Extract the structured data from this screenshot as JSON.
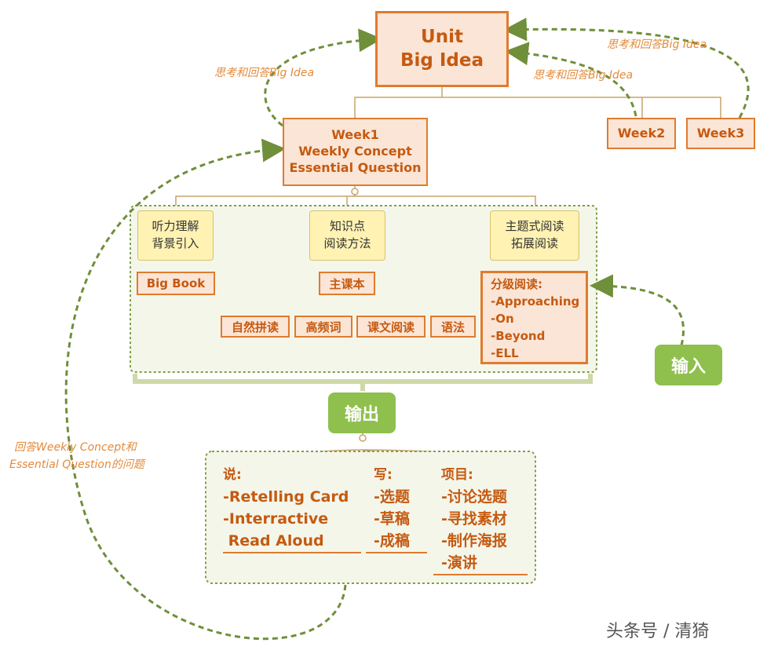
{
  "unit": {
    "line1": "Unit",
    "line2": "Big Idea"
  },
  "week1": {
    "line1": "Week1",
    "line2": "Weekly Concept",
    "line3": "Essential Question"
  },
  "week2": "Week2",
  "week3": "Week3",
  "annotations": {
    "left": "思考和回答Big Idea",
    "right_top": "思考和回答Big Idea",
    "right_mid": "思考和回答Big Idea",
    "bottom_left_line1": "回答Weekly Concept和",
    "bottom_left_line2": "Essential Question的问题"
  },
  "callouts": [
    {
      "line1": "听力理解",
      "line2": "背景引入"
    },
    {
      "line1": "知识点",
      "line2": "阅读方法"
    },
    {
      "line1": "主题式阅读",
      "line2": "拓展阅读"
    }
  ],
  "big_book": "Big Book",
  "main_book": "主课本",
  "main_book_children": [
    "自然拼读",
    "高频词",
    "课文阅读",
    "语法"
  ],
  "graded_reading": {
    "title": "分级阅读:",
    "items": [
      "-Approaching",
      "-On",
      "-Beyond",
      "-ELL"
    ]
  },
  "input_label": "输入",
  "output_label": "输出",
  "output": {
    "speak": {
      "title": "说:",
      "items": [
        "-Retelling Card",
        "-Interractive",
        " Read Aloud"
      ]
    },
    "write": {
      "title": "写:",
      "items": [
        "-选题",
        "-草稿",
        "-成稿"
      ]
    },
    "project": {
      "title": "项目:",
      "items": [
        "-讨论选题",
        "-寻找素材",
        "-制作海报",
        "-演讲"
      ]
    }
  },
  "watermark": "头条号 / 清猗",
  "colors": {
    "orange": "#e07b2e",
    "orange_text": "#c55a11",
    "green": "#8fbf4d",
    "green_dash": "#6f8f3a",
    "box_fill": "#fbe5d6",
    "callout_fill": "#fff2b3"
  }
}
